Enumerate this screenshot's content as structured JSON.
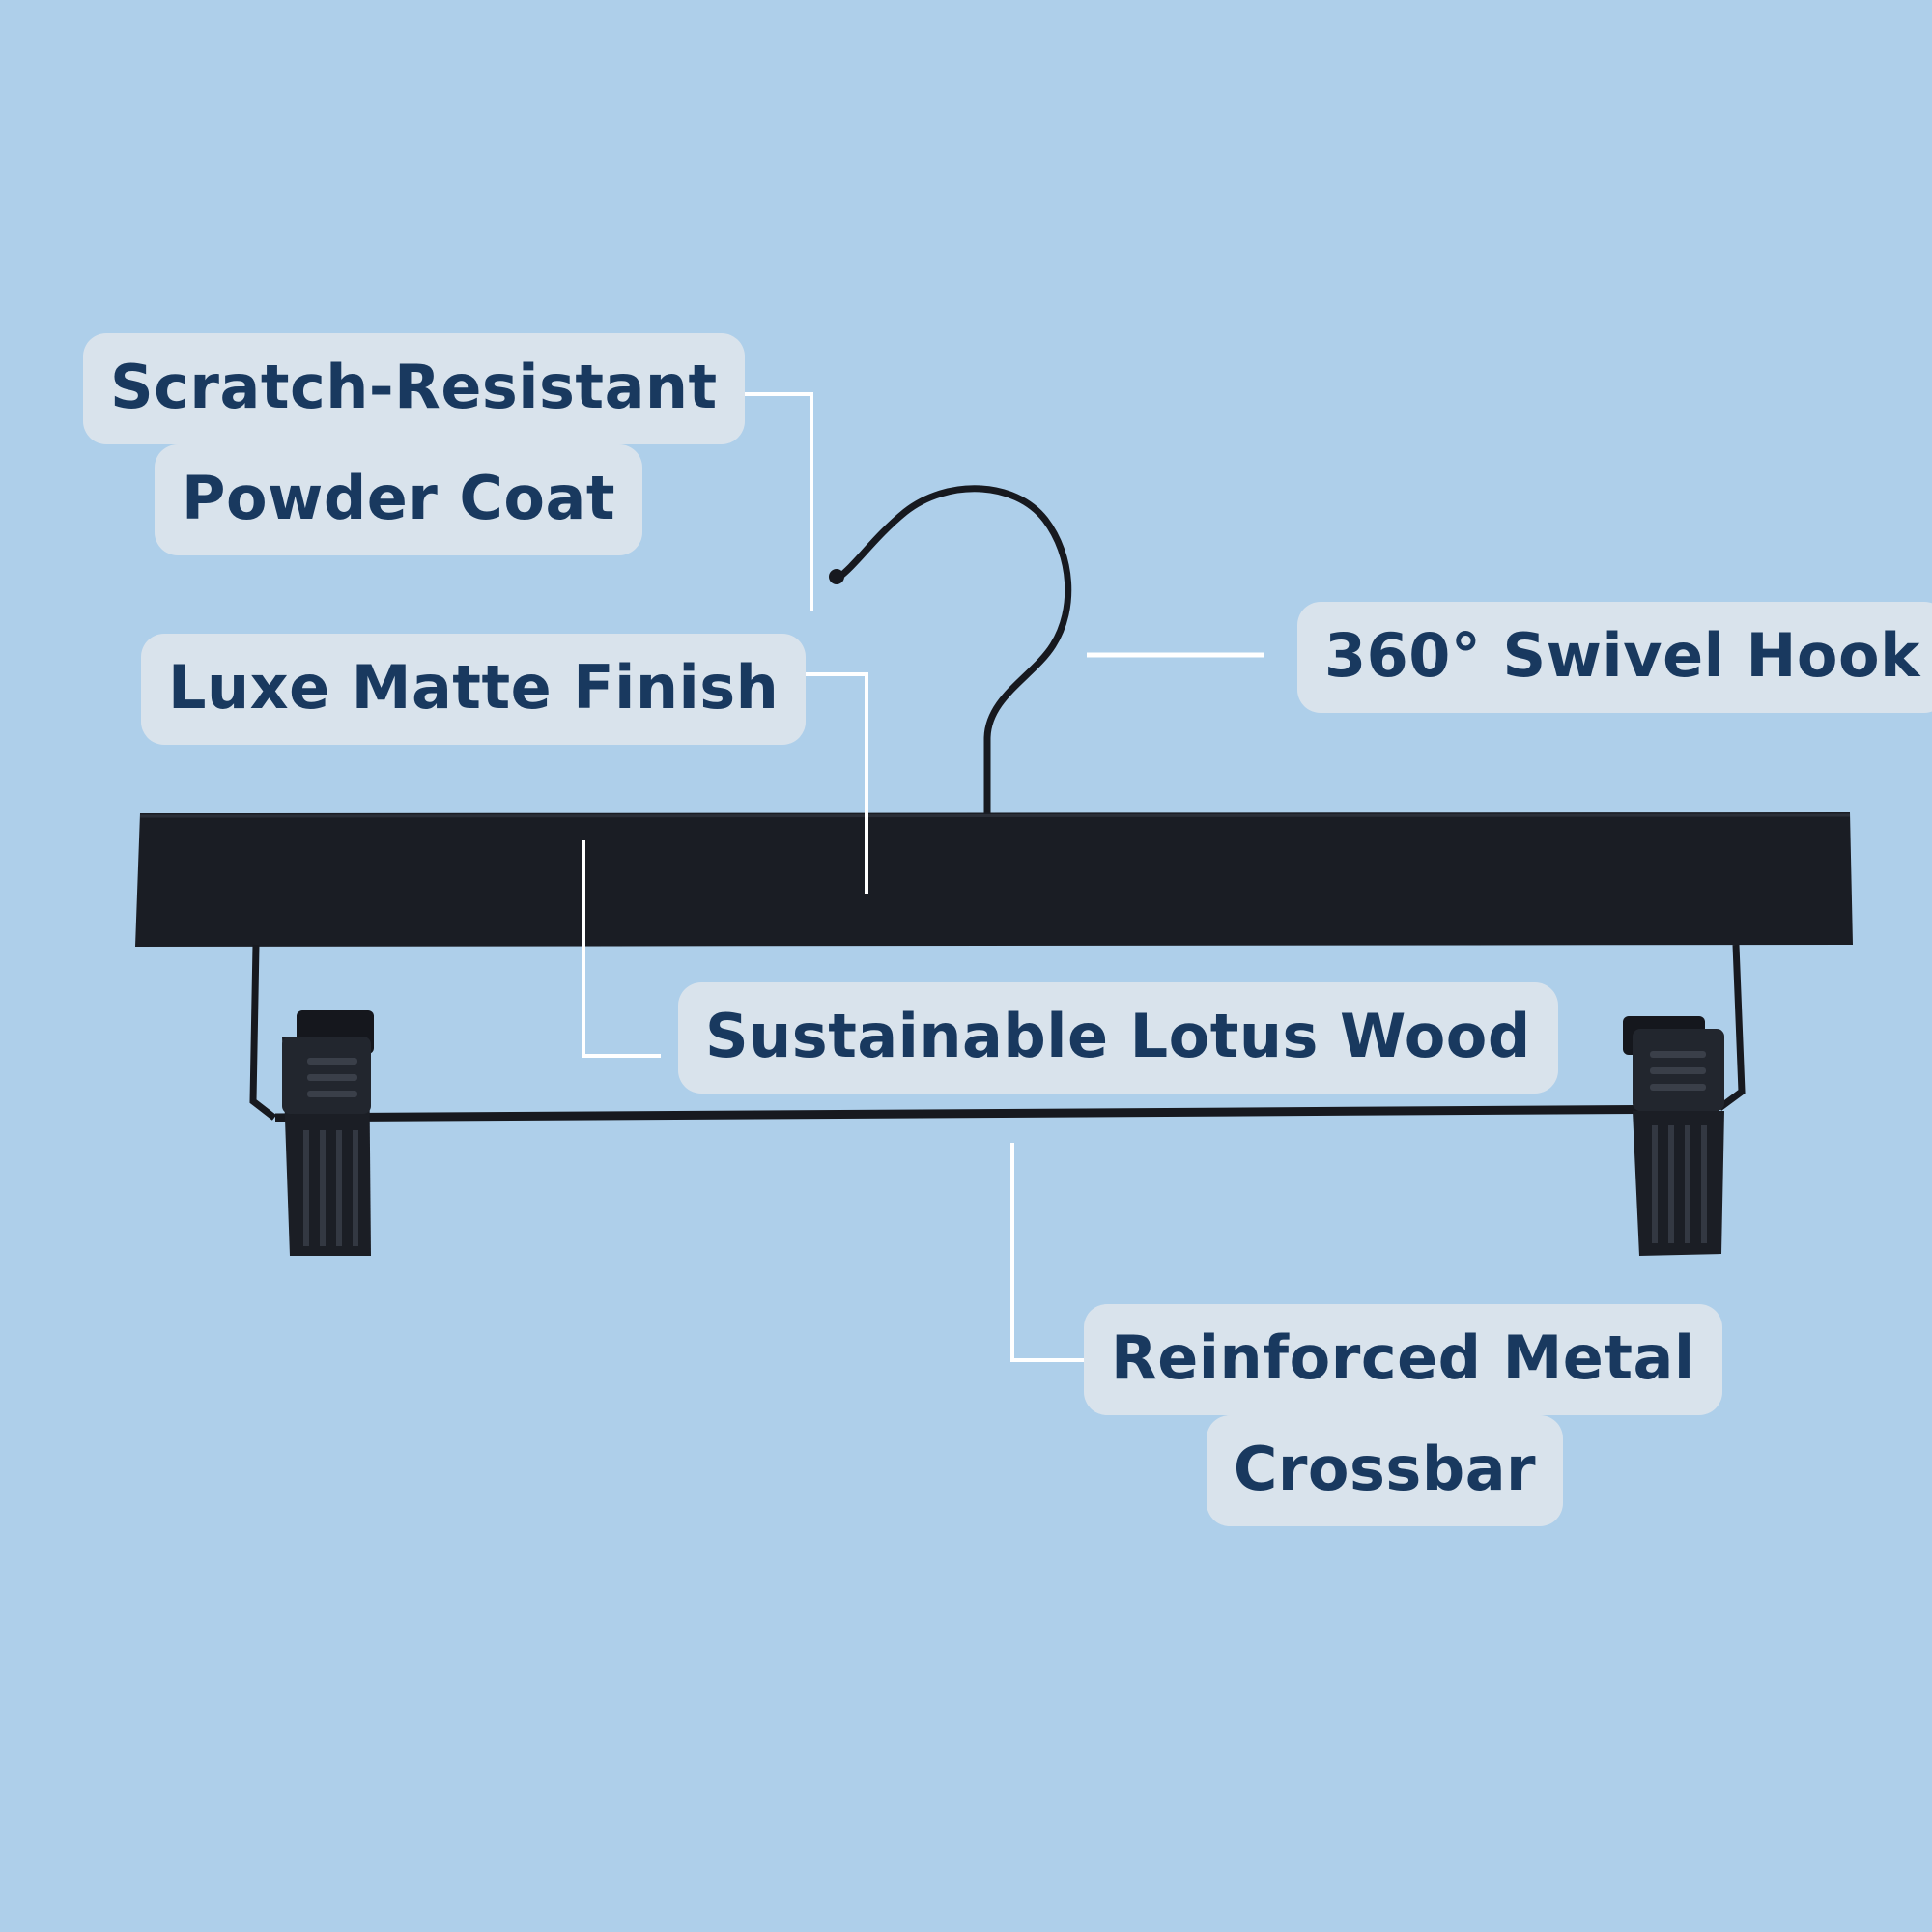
{
  "callouts": {
    "powder_coat": [
      "Scratch-Resistant",
      "Powder Coat"
    ],
    "matte_finish": [
      "Luxe Matte Finish"
    ],
    "swivel_hook": [
      "360° Swivel Hook"
    ],
    "lotus_wood": [
      "Sustainable Lotus Wood"
    ],
    "crossbar": [
      "Reinforced Metal",
      "Crossbar"
    ]
  },
  "colors": {
    "background": "#aecfea",
    "label_fill": "#d9e3ec",
    "label_text": "#19395f",
    "leader_line": "#ffffff",
    "hanger": "#17191f"
  }
}
